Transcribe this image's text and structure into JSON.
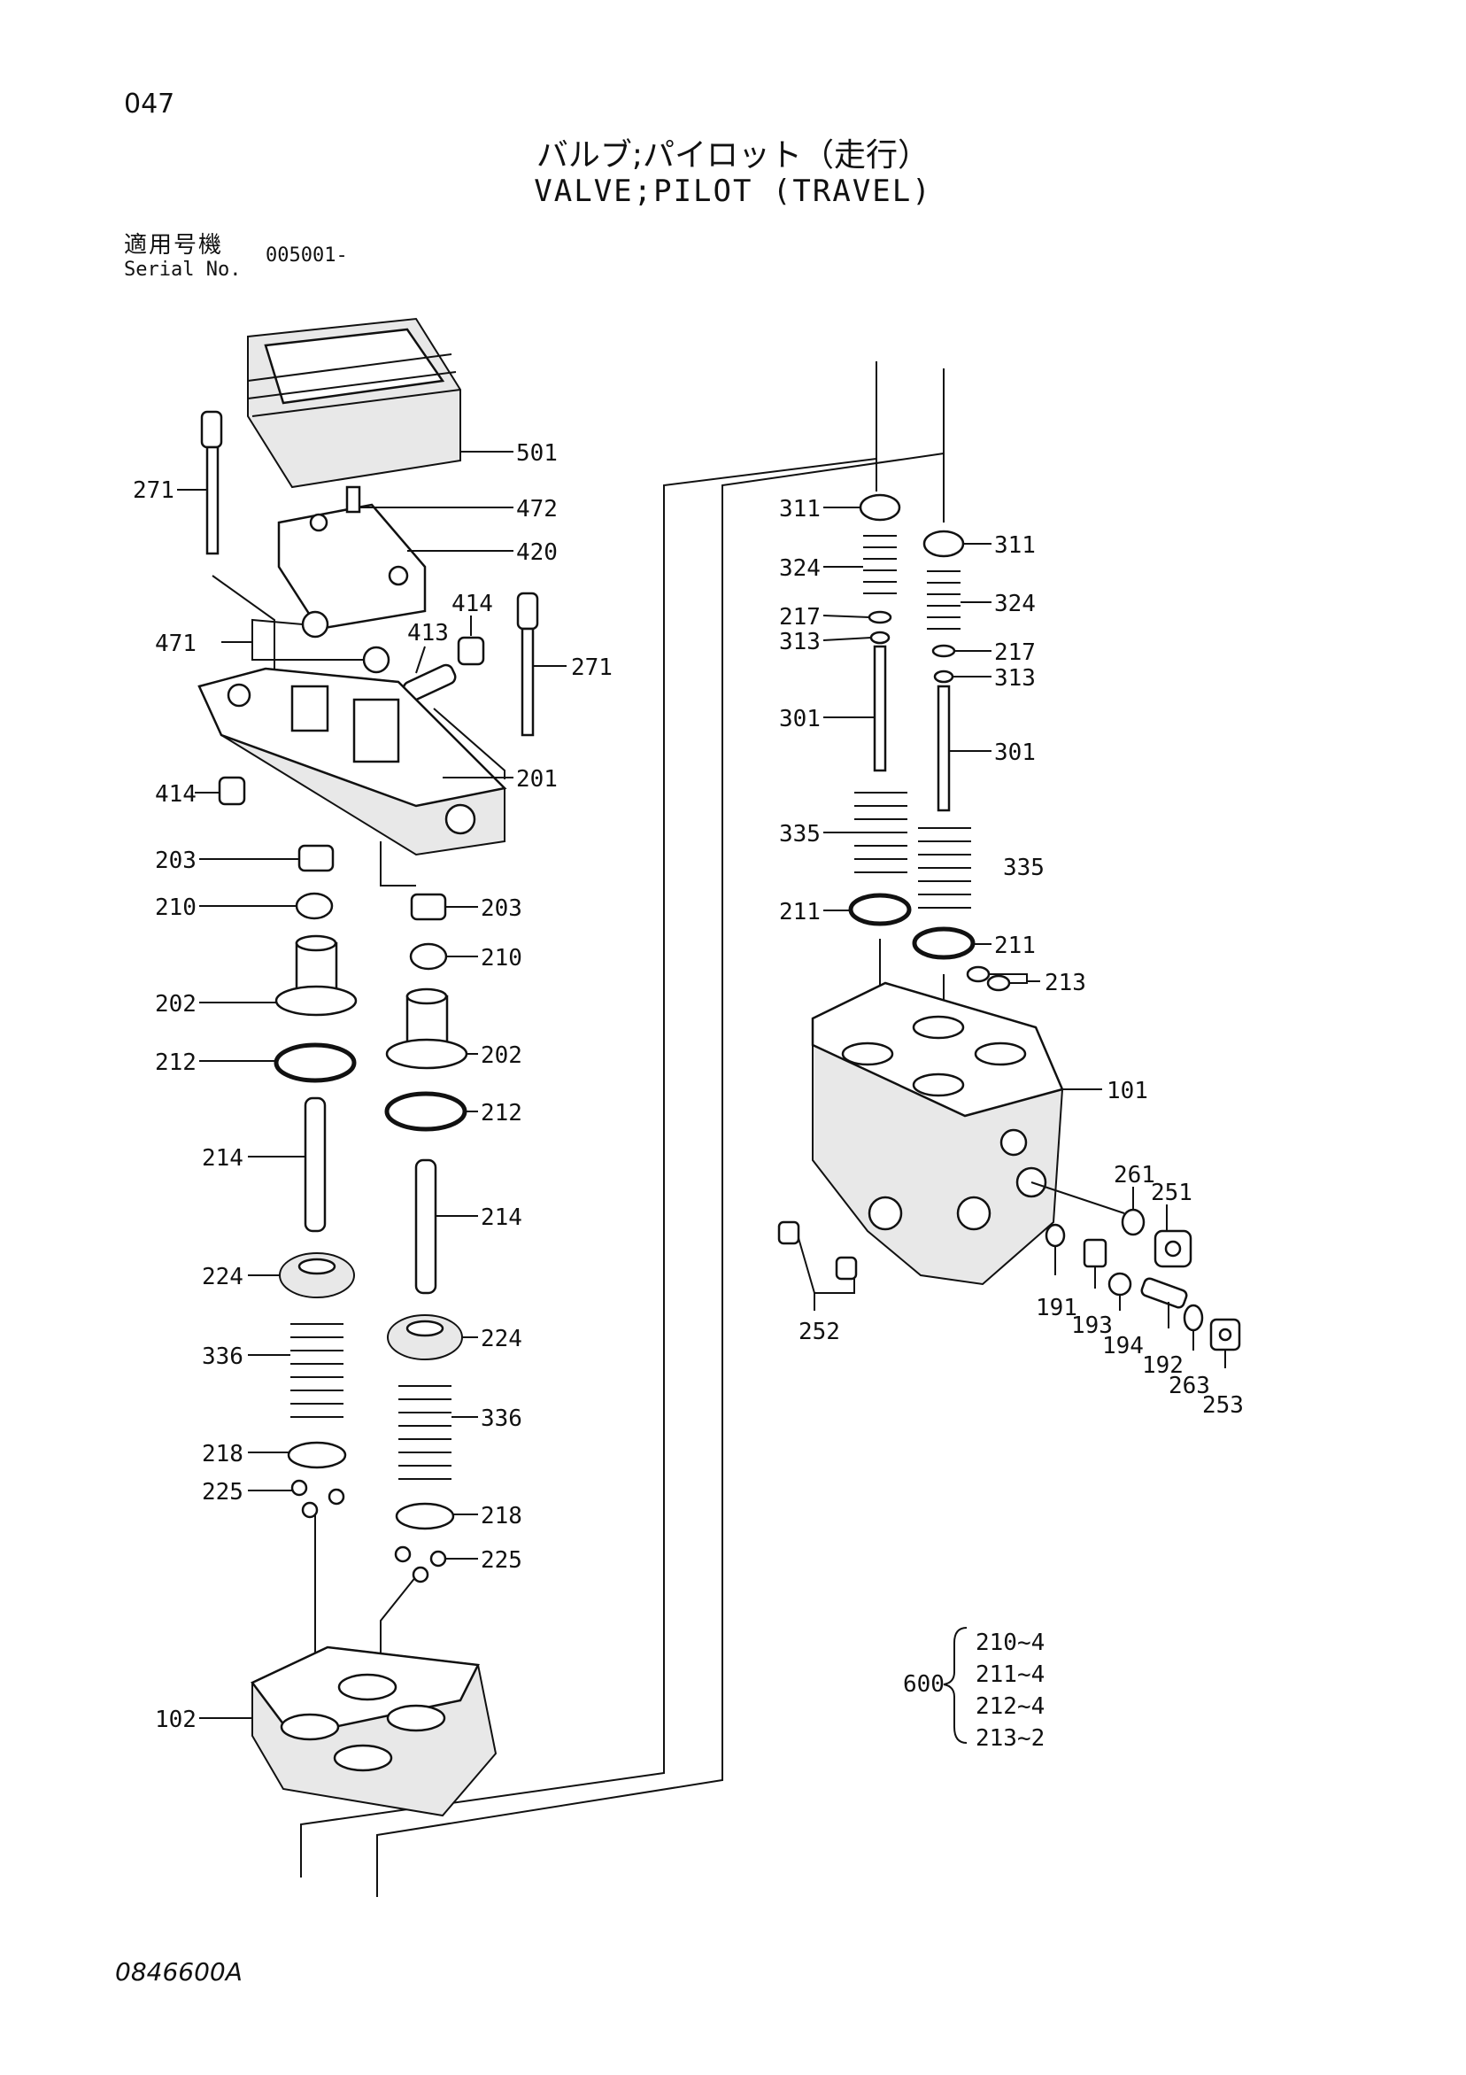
{
  "page_number": "047",
  "title_jp": "バルブ;パイロット（走行）",
  "title_en": "VALVE;PILOT (TRAVEL)",
  "serial_label_jp": "適用号機",
  "serial_label_en": "Serial No.",
  "serial_value": "005001-",
  "drawing_number": "0846600A",
  "callouts": {
    "c501": "501",
    "c472": "472",
    "c420": "420",
    "c271a": "271",
    "c271b": "271",
    "c414a": "414",
    "c413": "413",
    "c471": "471",
    "c201": "201",
    "c414b": "414",
    "c203a": "203",
    "c203b": "203",
    "c210a": "210",
    "c210b": "210",
    "c202a": "202",
    "c202b": "202",
    "c212a": "212",
    "c212b": "212",
    "c214a": "214",
    "c214b": "214",
    "c224a": "224",
    "c224b": "224",
    "c336a": "336",
    "c336b": "336",
    "c218a": "218",
    "c218b": "218",
    "c225a": "225",
    "c225b": "225",
    "c102": "102",
    "c311a": "311",
    "c311b": "311",
    "c324a": "324",
    "c324b": "324",
    "c217a": "217",
    "c217b": "217",
    "c313a": "313",
    "c313b": "313",
    "c301a": "301",
    "c301b": "301",
    "c335a": "335",
    "c335b": "335",
    "c211a": "211",
    "c211b": "211",
    "c213": "213",
    "c101": "101",
    "c261": "261",
    "c251": "251",
    "c191": "191",
    "c193": "193",
    "c194": "194",
    "c192": "192",
    "c263": "263",
    "c253": "253",
    "c252": "252"
  },
  "kit": {
    "number": "600",
    "items": [
      "210~4",
      "211~4",
      "212~4",
      "213~2"
    ]
  }
}
